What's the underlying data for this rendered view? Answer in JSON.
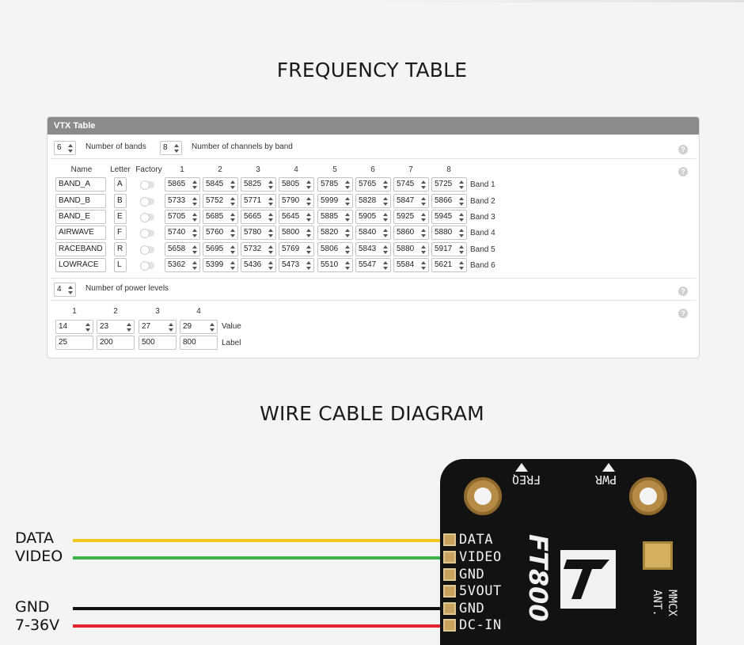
{
  "titles": {
    "frequency": "FREQUENCY TABLE",
    "wire": "WIRE CABLE DIAGRAM"
  },
  "panel": {
    "title": "VTX Table",
    "bands_value": "6",
    "bands_label": "Number of bands",
    "channels_value": "8",
    "channels_label": "Number of channels by band",
    "help": "?",
    "headers": {
      "name": "Name",
      "letter": "Letter",
      "factory": "Factory",
      "channels": [
        "1",
        "2",
        "3",
        "4",
        "5",
        "6",
        "7",
        "8"
      ]
    },
    "bands": [
      {
        "name": "BAND_A",
        "letter": "A",
        "freqs": [
          "5865",
          "5845",
          "5825",
          "5805",
          "5785",
          "5765",
          "5745",
          "5725"
        ],
        "label": "Band 1"
      },
      {
        "name": "BAND_B",
        "letter": "B",
        "freqs": [
          "5733",
          "5752",
          "5771",
          "5790",
          "5999",
          "5828",
          "5847",
          "5866"
        ],
        "label": "Band 2"
      },
      {
        "name": "BAND_E",
        "letter": "E",
        "freqs": [
          "5705",
          "5685",
          "5665",
          "5645",
          "5885",
          "5905",
          "5925",
          "5945"
        ],
        "label": "Band 3"
      },
      {
        "name": "AIRWAVE",
        "letter": "F",
        "freqs": [
          "5740",
          "5760",
          "5780",
          "5800",
          "5820",
          "5840",
          "5860",
          "5880"
        ],
        "label": "Band 4"
      },
      {
        "name": "RACEBAND",
        "letter": "R",
        "freqs": [
          "5658",
          "5695",
          "5732",
          "5769",
          "5806",
          "5843",
          "5880",
          "5917"
        ],
        "label": "Band 5"
      },
      {
        "name": "LOWRACE",
        "letter": "L",
        "freqs": [
          "5362",
          "5399",
          "5436",
          "5473",
          "5510",
          "5547",
          "5584",
          "5621"
        ],
        "label": "Band 6"
      }
    ],
    "power_levels_value": "4",
    "power_levels_label": "Number of power levels",
    "power_headers": [
      "1",
      "2",
      "3",
      "4"
    ],
    "power_values": [
      "14",
      "23",
      "27",
      "29"
    ],
    "power_value_label": "Value",
    "power_labels": [
      "25",
      "200",
      "500",
      "800"
    ],
    "power_label_label": "Label"
  },
  "diagram": {
    "wires": [
      {
        "label": "DATA",
        "color": "#f2c81a"
      },
      {
        "label": "VIDEO",
        "color": "#3bb34a"
      },
      {
        "label": "GND",
        "color": "#111111"
      },
      {
        "label": "7-36V",
        "color": "#e3222b"
      }
    ],
    "pins": [
      "DATA",
      "VIDEO",
      "GND",
      "5VOUT",
      "GND",
      "DC-IN"
    ],
    "freq_label": "FREQ",
    "pwr_label": "PWR",
    "model": "FT800",
    "ant_label_1": "MMCX",
    "ant_label_2": "ANT."
  }
}
